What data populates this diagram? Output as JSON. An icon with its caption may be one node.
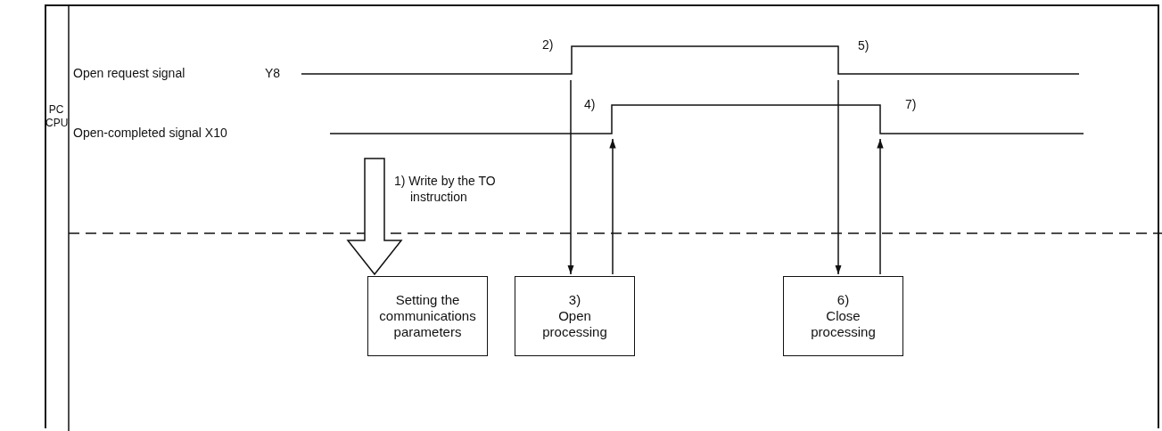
{
  "diagram": {
    "nodes": [
      {
        "text": [
          "Setting the communications parameters"
        ]
      },
      {
        "text": [
          "3)",
          "Open processing"
        ]
      },
      {
        "text": [
          "6)",
          "Close processing"
        ]
      }
    ],
    "edges": [
      {
        "from": null,
        "to": 0,
        "arrow": "to",
        "style": "thick",
        "label": "1) Write by the TO instruction"
      },
      {
        "from": null,
        "to": 1,
        "arrow": "to"
      },
      {
        "from": 1,
        "to": null,
        "arrow": "to"
      },
      {
        "from": null,
        "to": 2,
        "arrow": "to"
      },
      {
        "from": 2,
        "to": null,
        "arrow": "to"
      }
    ],
    "labels": [
      "2)",
      "5)",
      "Open request signal",
      "Y8",
      "PC CPU",
      "4)",
      "7)",
      "Open-completed signal X10"
    ]
  }
}
